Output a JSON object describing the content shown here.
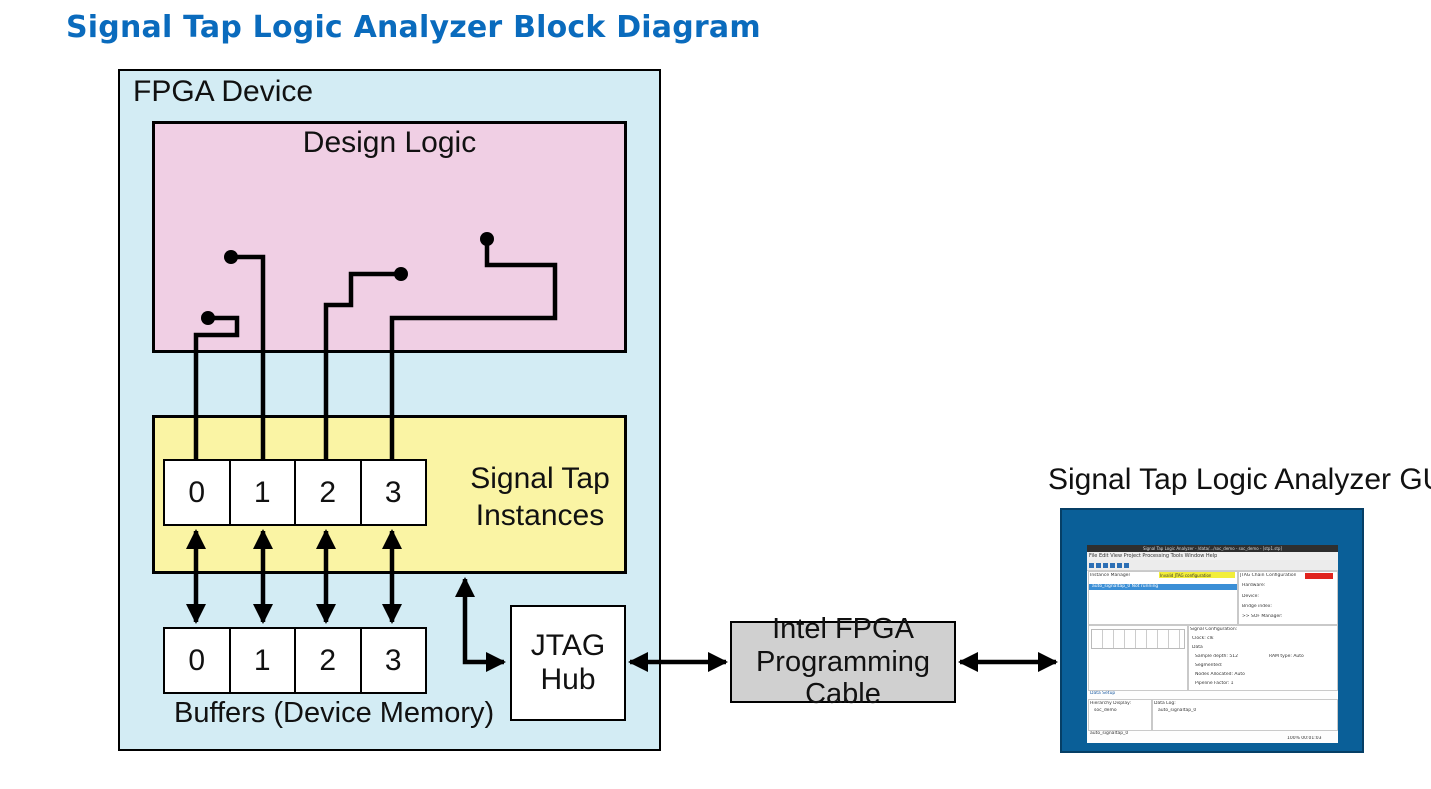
{
  "title": "Signal Tap Logic Analyzer Block Diagram",
  "fpga": {
    "label": "FPGA Device",
    "design_logic": "Design Logic",
    "signal_tap": {
      "line1": "Signal Tap",
      "line2": "Instances"
    },
    "instance_cells": [
      "0",
      "1",
      "2",
      "3"
    ],
    "buffer_cells": [
      "0",
      "1",
      "2",
      "3"
    ],
    "buffers_label": "Buffers (Device Memory)",
    "jtag": {
      "line1": "JTAG",
      "line2": "Hub"
    }
  },
  "cable": {
    "line1": "Intel FPGA",
    "line2": "Programming Cable"
  },
  "gui": {
    "label": "Signal Tap Logic Analyzer GUI",
    "window_title": "Signal Tap Logic Analyzer - /data/.../soc_demo - soc_demo - [stp1.stp]",
    "menu": "File  Edit  View  Project  Processing  Tools  Window  Help",
    "instance_manager": "Instance Manager",
    "jtag_status": "Invalid JTAG configuration",
    "jtag_chain": "JTAG Chain Configuration",
    "instance_row": "auto_signaltap_0   Not running",
    "hardware": "Hardware:",
    "device": "Device:",
    "bridge": "Bridge index:",
    "sof": ">> SOF Manager:",
    "signal_config": "Signal Configuration:",
    "clock": "Clock: clk",
    "data": "Data",
    "sample_depth": "Sample depth: 512",
    "ram_type": "RAM type: Auto",
    "segmented": "Segmented:",
    "nodes": "Nodes Allocated: Auto",
    "pipeline": "Pipeline Factor: 1",
    "tabs": "Data   Setup",
    "hierarchy": "Hierarchy Display:",
    "hier_item": "soc_demo",
    "data_log": "Data Log:",
    "data_log_item": "auto_signaltap_0",
    "bottom_tab": "auto_signaltap_0",
    "status": "100%   00:01:03"
  }
}
